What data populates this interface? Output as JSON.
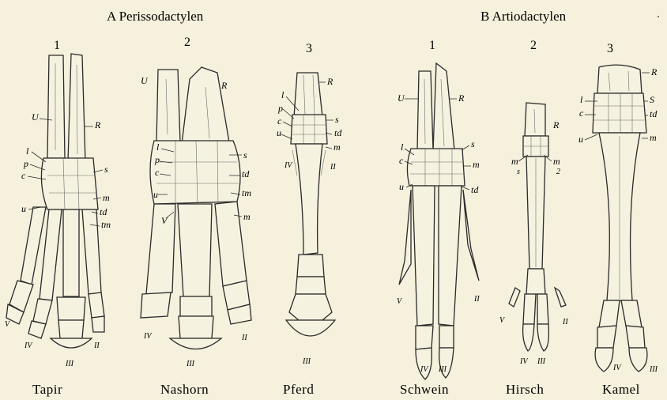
{
  "groups": {
    "A": "A Perissodactylen",
    "B": "B Artiodactylen"
  },
  "figures": [
    {
      "key": "tapir",
      "number": "1",
      "name": "Tapir",
      "labels": [
        "U",
        "R",
        "l",
        "p",
        "c",
        "s",
        "u",
        "m",
        "td",
        "tm"
      ],
      "digits": [
        "V",
        "IV",
        "III",
        "II"
      ]
    },
    {
      "key": "nashorn",
      "number": "2",
      "name": "Nashorn",
      "labels": [
        "U",
        "R",
        "l",
        "p",
        "c",
        "s",
        "u",
        "td",
        "V",
        "tm",
        "m"
      ],
      "digits": [
        "IV",
        "III",
        "II"
      ]
    },
    {
      "key": "pferd",
      "number": "3",
      "name": "Pferd",
      "labels": [
        "R",
        "l",
        "p",
        "s",
        "c",
        "td",
        "u",
        "m",
        "IV",
        "II"
      ],
      "digits": [
        "III"
      ]
    },
    {
      "key": "schwein",
      "number": "1",
      "name": "Schwein",
      "labels": [
        "U",
        "R",
        "l",
        "s",
        "c",
        "m",
        "u",
        "td"
      ],
      "digits": [
        "V",
        "II",
        "IV",
        "III"
      ]
    },
    {
      "key": "hirsch",
      "number": "2",
      "name": "Hirsch",
      "labels": [
        "R",
        "m",
        "s",
        "m",
        "2"
      ],
      "digits": [
        "V",
        "II",
        "IV",
        "III"
      ]
    },
    {
      "key": "kamel",
      "number": "3",
      "name": "Kamel",
      "labels": [
        "R",
        "l",
        "S",
        "c",
        "td",
        "u",
        "m"
      ],
      "digits": [
        "IV",
        "III"
      ]
    }
  ]
}
